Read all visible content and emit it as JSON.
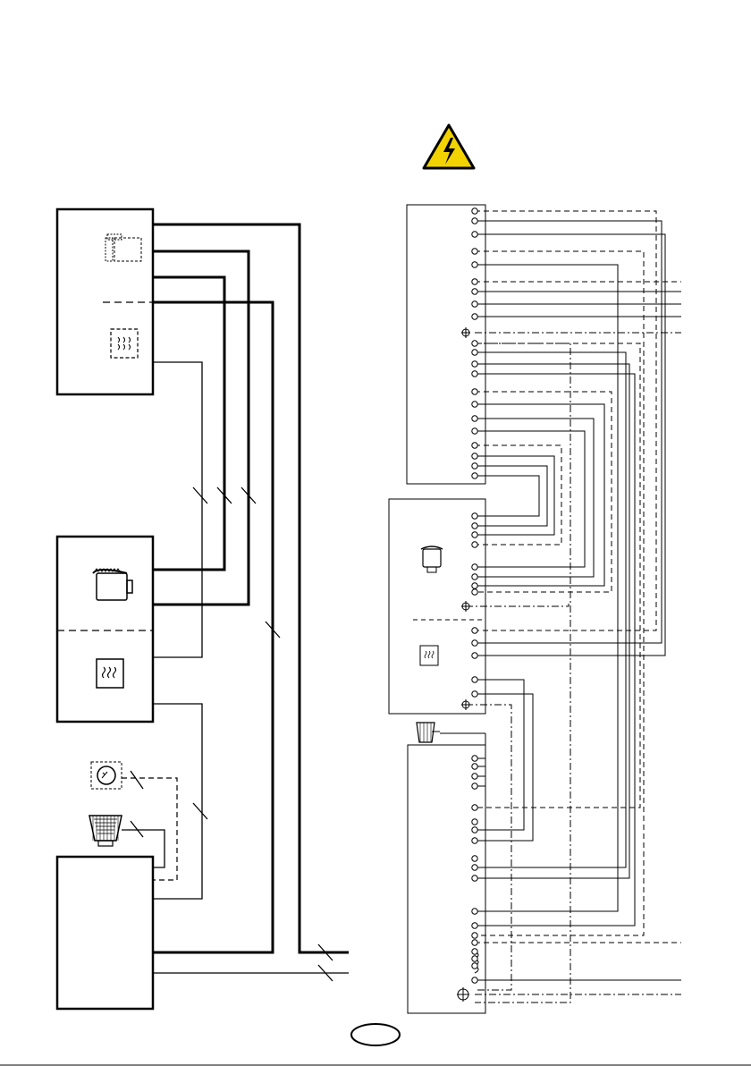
{
  "page": {
    "page_label": ""
  },
  "icons": {
    "warning": "electrical-hazard-warning-icon",
    "heater": "heater-element-icon",
    "heat_exchanger": "heat-exchanger-icon",
    "control_dial": "control-dial-icon",
    "fan": "fan-motor-icon",
    "ground": "ground-terminal-icon"
  },
  "colors": {
    "warning_fill": "#f2d300",
    "line": "#000000",
    "background": "#ffffff"
  },
  "diagram": {
    "left_block_units": 3,
    "cable_break_marks": 9,
    "terminal_strips": 3
  }
}
